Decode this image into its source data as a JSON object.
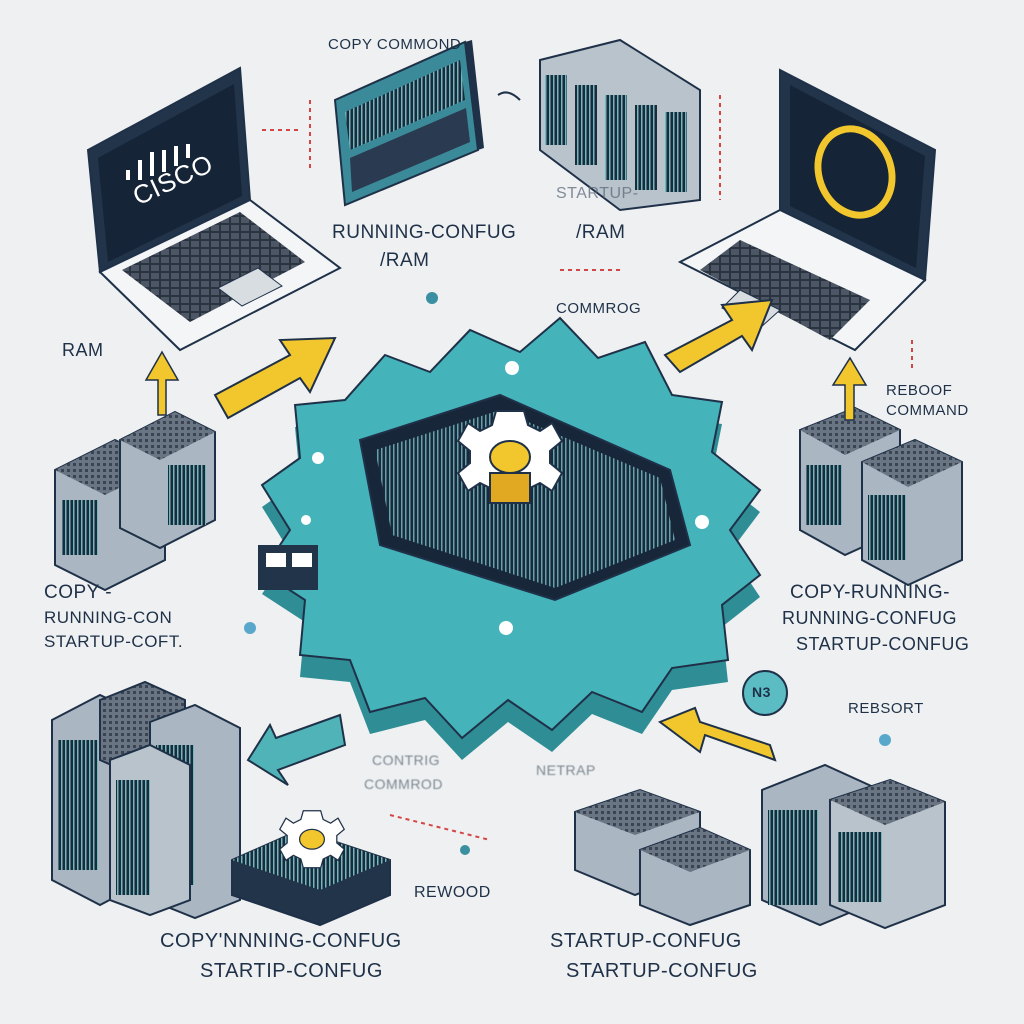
{
  "labels": {
    "copy_command_top": "COPY COMMOND",
    "running_config_ram_line1": "RUNNING-CONFUG",
    "running_config_ram_line2": "/RAM",
    "top_ram": "/RAM",
    "startup_fragment": "STARTUP-",
    "cisco_brand": "CISCO",
    "commrog": "COMMROG",
    "ram_left": "RAM",
    "reboot_line1": "REBOOF",
    "reboot_line2": "COMMAND",
    "copy_left_line1": "COPY -",
    "copy_left_line2": "RUNNING-CON",
    "copy_left_line3": "STARTUP-COFT.",
    "copy_right_line1": "COPY-RUNNING-",
    "copy_right_line2": "RUNNING-CONFUG",
    "copy_right_line3": "STARTUP-CONFUG",
    "badge": "N3",
    "reboot_right": "REBSORT",
    "contrig": "CONTRIG",
    "commrod": "COMMROD",
    "netrap": "NETRAP",
    "reboot_bottom": "REWOOD",
    "bottom_left_line1": "COPY'NNNING-CONFUG",
    "bottom_left_line2": "STARTIP-CONFUG",
    "bottom_right_line1": "STARTUP-CONFUG",
    "bottom_right_line2": "STARTUP-CONFUG"
  },
  "colors": {
    "background": "#eef0f1",
    "teal": "#45b3ba",
    "navy": "#1f3148",
    "yellow": "#f2c72e",
    "server_gray": "#aab6c2"
  },
  "icons": [
    "laptop-icon",
    "server-rack-icon",
    "gear-icon",
    "chip-icon",
    "arrow-icon",
    "ring-icon"
  ]
}
